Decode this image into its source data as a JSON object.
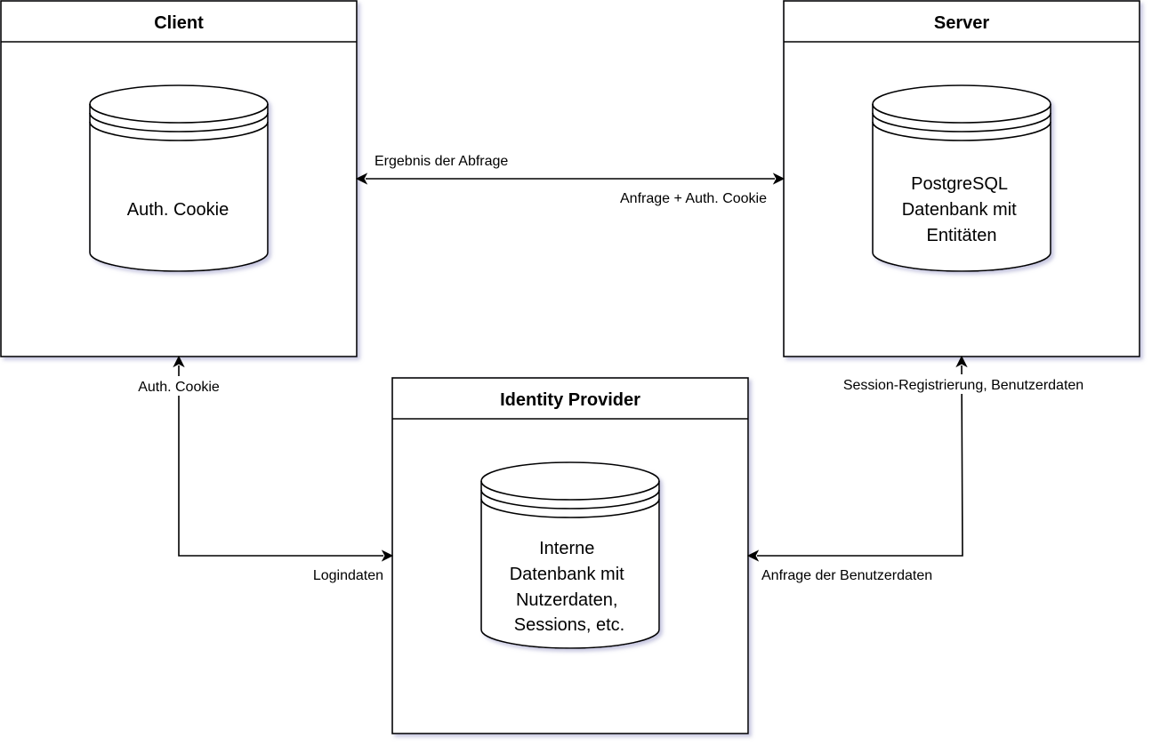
{
  "colors": {
    "shadow": "#c8c8dc",
    "stroke": "#000000",
    "fill": "#ffffff"
  },
  "nodes": {
    "client": {
      "title": "Client",
      "db_label": [
        "Auth. Cookie"
      ]
    },
    "server": {
      "title": "Server",
      "db_label": [
        "PostgreSQL",
        "Datenbank mit",
        "Entitäten"
      ]
    },
    "idp": {
      "title": "Identity Provider",
      "db_label": [
        "Interne",
        "Datenbank mit",
        "Nutzerdaten,",
        "Sessions, etc."
      ]
    }
  },
  "edges": {
    "client_server": {
      "label_top": "Ergebnis der Abfrage",
      "label_bottom": "Anfrage + Auth. Cookie"
    },
    "client_idp": {
      "label_top": "Auth. Cookie",
      "label_bottom": "Logindaten"
    },
    "server_idp": {
      "label_top": "Session-Registrierung, Benutzerdaten",
      "label_bottom": "Anfrage der Benutzerdaten"
    }
  }
}
